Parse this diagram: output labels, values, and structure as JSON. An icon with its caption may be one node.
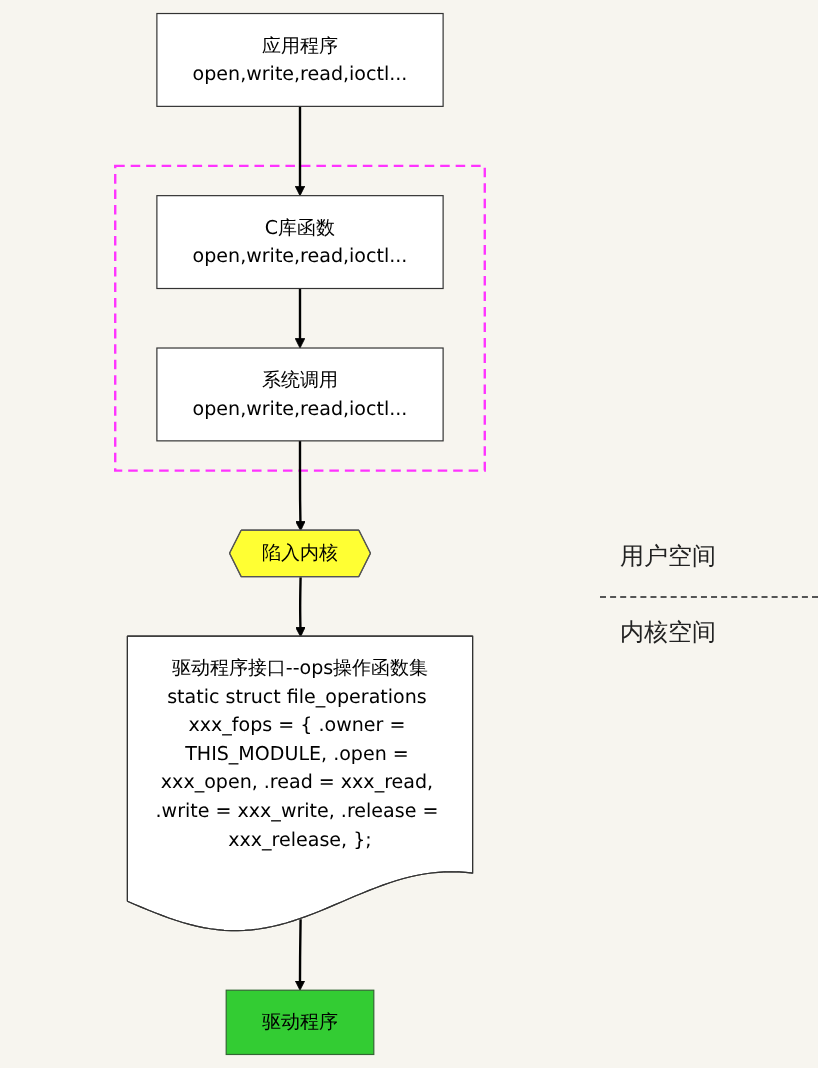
{
  "diagram": {
    "nodes": [
      {
        "text": [
          "应用程序",
          "open,write,read,ioctl..."
        ]
      },
      {
        "text": [],
        "shape": "box"
      },
      {
        "text": [
          "C库函数",
          "open,write,read,ioctl..."
        ],
        "in": 1
      },
      {
        "text": [
          "系统调用",
          "open,write,read,ioctl..."
        ],
        "in": 1
      },
      {
        "text": [
          "陷入内核"
        ]
      },
      {
        "text": [
          "驱动程序接口--ops操作函数集",
          "static struct file_operations xxx_fops = { .owner = THIS_MODULE, .open = xxx_open, .read = xxx_read, .write = xxx_write, .release = xxx_release, };"
        ]
      },
      {
        "text": [
          "驱动程序"
        ]
      }
    ],
    "edges": [
      {
        "from": 0,
        "to": 2,
        "arrow": "to"
      },
      {
        "from": 2,
        "to": 3,
        "arrow": "to"
      },
      {
        "from": 3,
        "to": 4,
        "arrow": "to"
      },
      {
        "from": 4,
        "to": 5,
        "arrow": "to"
      },
      {
        "from": 5,
        "to": 6,
        "arrow": "to"
      }
    ],
    "labels": [
      "用户空间",
      "内核空间"
    ]
  }
}
